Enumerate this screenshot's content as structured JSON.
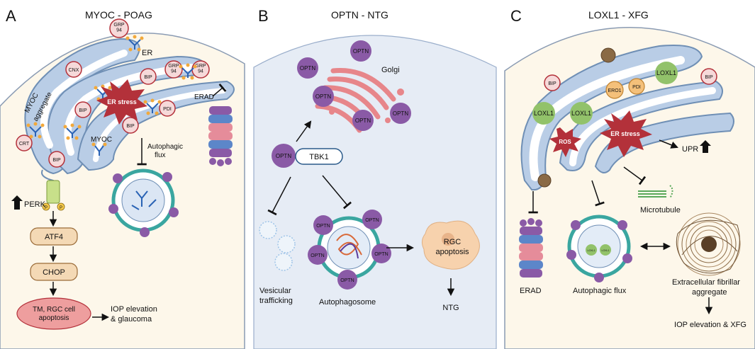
{
  "panels": [
    {
      "letter": "A",
      "title": "MYOC - POAG"
    },
    {
      "letter": "B",
      "title": "OPTN - NTG"
    },
    {
      "letter": "C",
      "title": "LOXL1 - XFG"
    }
  ],
  "panel_a": {
    "er": "ER",
    "grp94_top": "GRP\n94",
    "grp94_mid": "GRP\n94",
    "grp94_right": "GRP\n94",
    "cnx": "CNX",
    "bip1": "BIP",
    "bip2": "BIP",
    "bip3": "BIP",
    "bip4": "BIP",
    "crt": "CRT",
    "pdi": "PDI",
    "er_stress": "ER stress",
    "myoc_aggregate_1": "MYOC",
    "myoc_aggregate_2": "aggregate",
    "myoc": "MYOC",
    "erad": "ERAD",
    "autophagic_1": "Autophagic",
    "autophagic_2": "flux",
    "perk": "PERK",
    "p": "P",
    "atf4": "ATF4",
    "chop": "CHOP",
    "tm_1": "TM, RGC cell",
    "tm_2": "apoptosis",
    "iop_1": "IOP elevation",
    "iop_2": "& glaucoma"
  },
  "panel_b": {
    "golgi": "Golgi",
    "optn": "OPTN",
    "tbk1": "TBK1",
    "vesicular_1": "Vesicular",
    "vesicular_2": "trafficking",
    "autophagosome": "Autophagosome",
    "rgc_1": "RGC",
    "rgc_2": "apoptosis",
    "ntg": "NTG"
  },
  "panel_c": {
    "bip": "BIP",
    "ero1": "ERO1",
    "pdi": "PDI",
    "loxl1": "LOXL1",
    "ros": "ROS",
    "er_stress": "ER stress",
    "upr": "UPR",
    "microtubule": "Microtubule",
    "erad": "ERAD",
    "autophagic_flux": "Autophagic flux",
    "loxl1_small": "LOXL1",
    "extracellular_1": "Extracellular fibrillar",
    "extracellular_2": "aggregate",
    "iop": "IOP elevation & XFG"
  },
  "colors": {
    "cell_bg": "#fdf7ea",
    "panel_b_bg": "#e6ecf5",
    "er_fill": "#b9cde6",
    "er_lumen": "#ffffff",
    "chaperone_fill": "#f6d9d9",
    "chaperone_stroke": "#b3313a",
    "star": "#b3313a",
    "box_fill": "#f4d9b5",
    "box_stroke": "#9a6b38",
    "oval_fill": "#ee9e9e",
    "optn": "#8a5aa6",
    "golgi": "#e7868a",
    "loxl1": "#92c26a"
  }
}
